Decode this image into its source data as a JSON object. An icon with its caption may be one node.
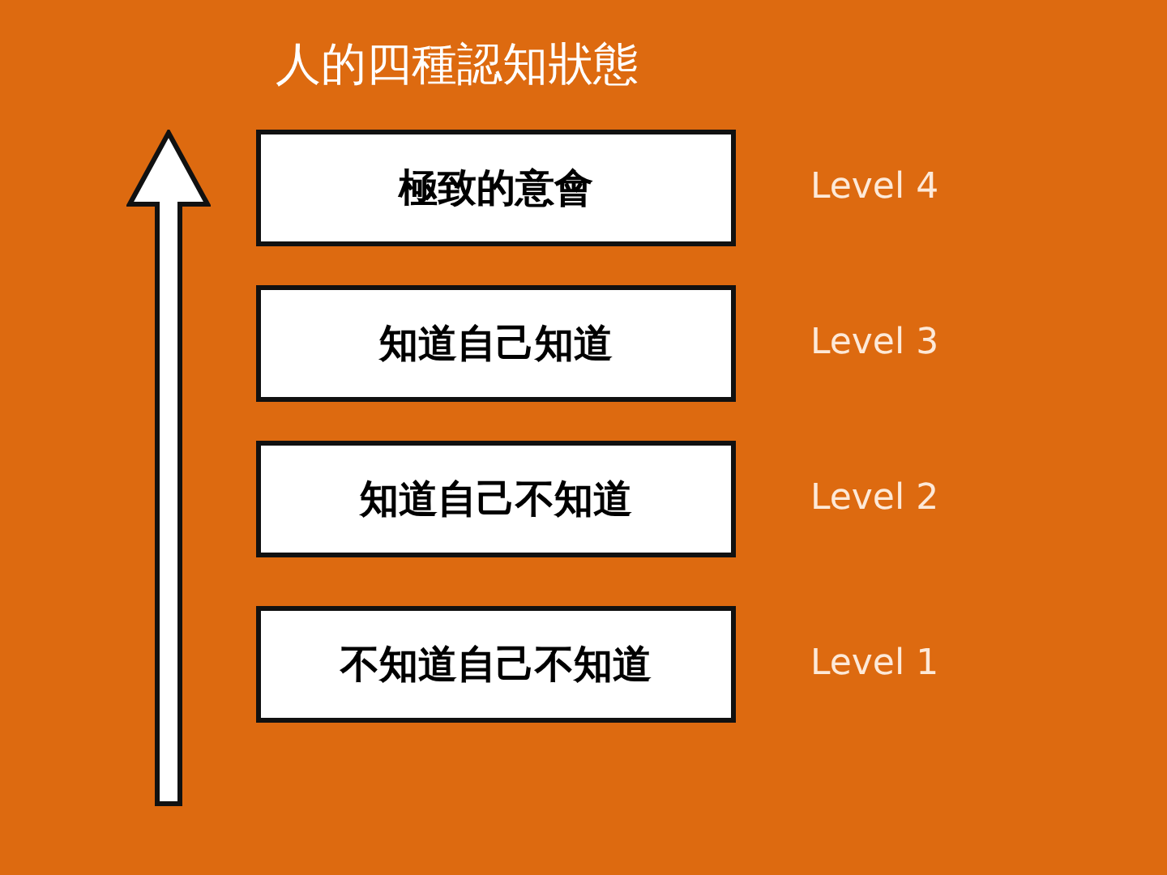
{
  "diagram": {
    "title": "人的四種認知狀態",
    "nodes": [
      {
        "text": [
          "極致的意會"
        ],
        "beside": [
          "Level 4"
        ]
      },
      {
        "text": [
          "知道自己知道"
        ],
        "beside": [
          "Level 3"
        ]
      },
      {
        "text": [
          "知道自己不知道"
        ],
        "beside": [
          "Level 2"
        ]
      },
      {
        "text": [
          "不知道自己不知道"
        ],
        "beside": [
          "Level 1"
        ]
      }
    ]
  }
}
